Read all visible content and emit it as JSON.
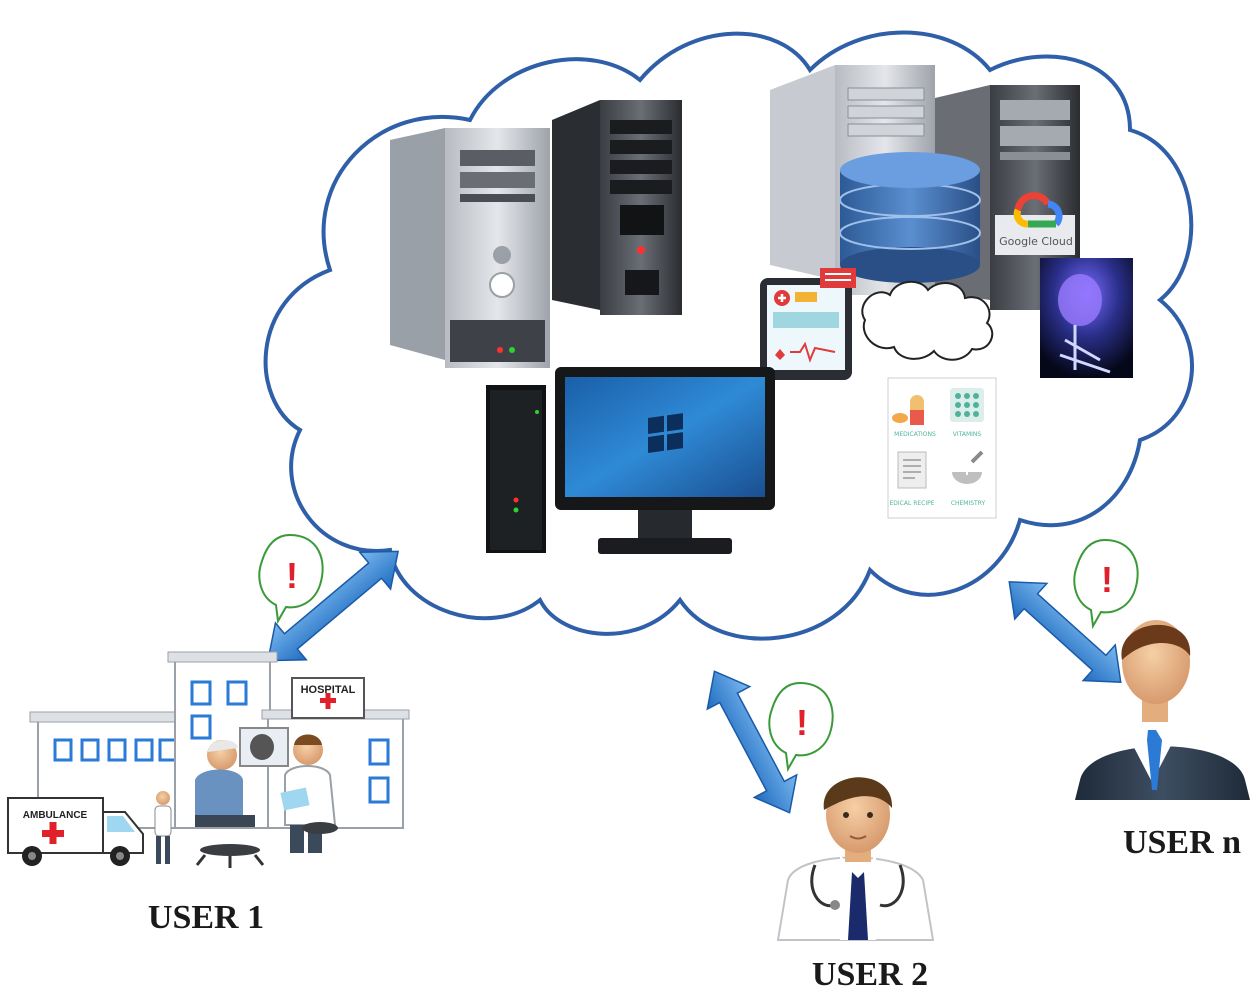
{
  "users": [
    {
      "id": "user1",
      "label": "USER 1"
    },
    {
      "id": "user2",
      "label": "USER 2"
    },
    {
      "id": "usern",
      "label": "USER n"
    }
  ],
  "hospital": {
    "sign": "HOSPITAL",
    "ambulance": "AMBULANCE"
  },
  "cloud_service": {
    "brand": "Google Cloud"
  },
  "pharmacy_card": {
    "items": [
      "MEDICATIONS",
      "VITAMINS",
      "EDICAL RECIPE",
      "CHEMISTRY"
    ]
  },
  "alert_symbol": "!",
  "colors": {
    "cloud_outline": "#2f5fa8",
    "arrow": "#3a8ad8",
    "alert_red": "#e0202a",
    "alert_green": "#3a9a3a",
    "monitor_screen": "#2a86c8",
    "database": "#3d6fb0"
  }
}
